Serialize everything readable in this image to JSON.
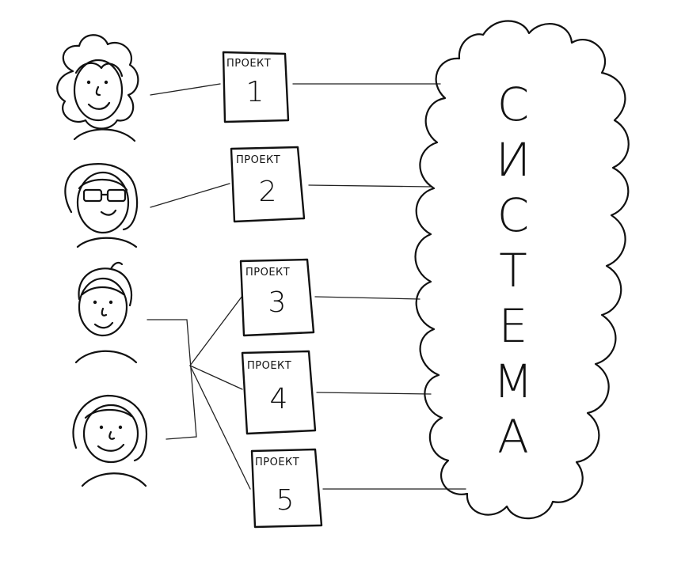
{
  "people": [
    {
      "name": "person-curly-hair"
    },
    {
      "name": "person-glasses"
    },
    {
      "name": "person-short-hair"
    },
    {
      "name": "person-bob-hair"
    }
  ],
  "projects": [
    {
      "title": "ПРОЕКТ",
      "number": "1"
    },
    {
      "title": "ПРОЕКТ",
      "number": "2"
    },
    {
      "title": "ПРОЕКТ",
      "number": "3"
    },
    {
      "title": "ПРОЕКТ",
      "number": "4"
    },
    {
      "title": "ПРОЕКТ",
      "number": "5"
    }
  ],
  "system": {
    "letters": [
      "С",
      "И",
      "С",
      "Т",
      "Е",
      "М",
      "А"
    ]
  },
  "colors": {
    "ink": "#111111",
    "background": "#ffffff"
  }
}
